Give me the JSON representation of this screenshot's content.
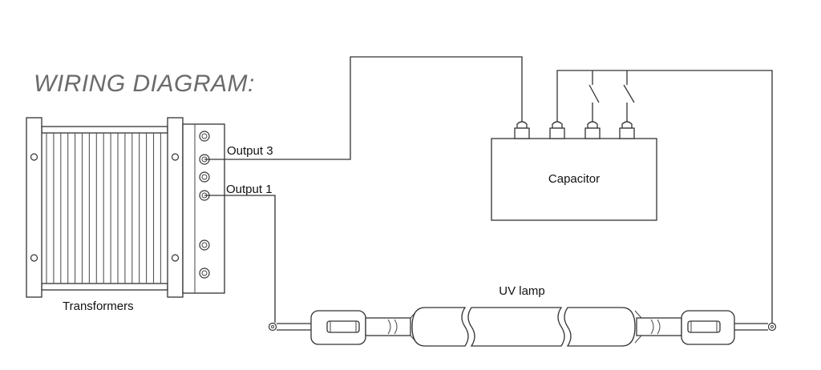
{
  "title": "WIRING DIAGRAM:",
  "labels": {
    "transformers": "Transformers",
    "output3": "Output 3",
    "output1": "Output 1",
    "capacitor": "Capacitor",
    "uv_lamp": "UV lamp"
  }
}
